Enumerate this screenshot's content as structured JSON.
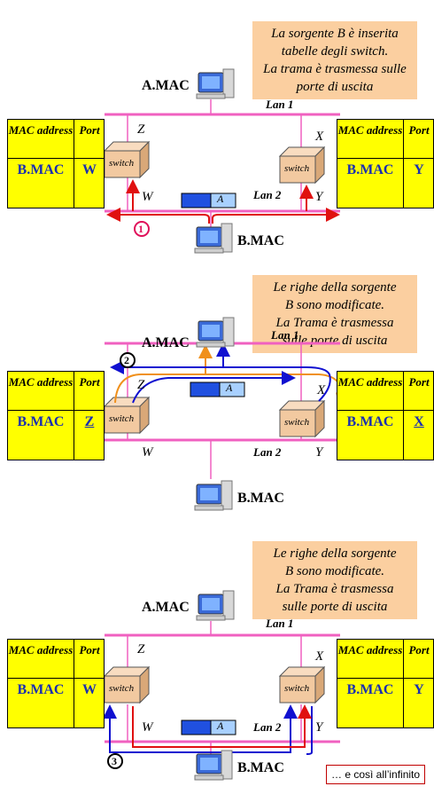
{
  "panels": [
    {
      "note": [
        "La sorgente B è inserita",
        "tabelle degli switch.",
        "La trama è trasmessa sulle",
        "porte di uscita"
      ],
      "left_table": {
        "mac_header": "MAC address",
        "port_header": "Port",
        "mac": "B.MAC",
        "port": "W"
      },
      "right_table": {
        "mac_header": "MAC address",
        "port_header": "Port",
        "mac": "B.MAC",
        "port": "Y"
      },
      "host_a": "A.MAC",
      "host_b": "B.MAC",
      "lan1": "Lan 1",
      "lan2": "Lan 2",
      "ports": {
        "z": "Z",
        "x": "X",
        "w": "W",
        "y": "Y"
      },
      "switch_label": "switch",
      "frame_label": "A",
      "step": "1"
    },
    {
      "note": [
        "Le righe della sorgente",
        "B sono modificate.",
        "La Trama è trasmessa",
        "sulle porte di uscita"
      ],
      "left_table": {
        "mac_header": "MAC address",
        "port_header": "Port",
        "mac": "B.MAC",
        "port": "Z"
      },
      "right_table": {
        "mac_header": "MAC address",
        "port_header": "Port",
        "mac": "B.MAC",
        "port": "X"
      },
      "host_a": "A.MAC",
      "host_b": "B.MAC",
      "lan1": "Lan 1",
      "lan2": "Lan 2",
      "ports": {
        "z": "Z",
        "x": "X",
        "w": "W",
        "y": "Y"
      },
      "switch_label": "switch",
      "frame_label": "A",
      "step": "2"
    },
    {
      "note": [
        "Le righe della sorgente",
        "B sono modificate.",
        "La Trama è trasmessa",
        "sulle porte di uscita"
      ],
      "left_table": {
        "mac_header": "MAC address",
        "port_header": "Port",
        "mac": "B.MAC",
        "port": "W"
      },
      "right_table": {
        "mac_header": "MAC address",
        "port_header": "Port",
        "mac": "B.MAC",
        "port": "Y"
      },
      "host_a": "A.MAC",
      "host_b": "B.MAC",
      "lan1": "Lan 1",
      "lan2": "Lan 2",
      "ports": {
        "z": "Z",
        "x": "X",
        "w": "W",
        "y": "Y"
      },
      "switch_label": "switch",
      "frame_label": "A",
      "step": "3"
    }
  ],
  "footer_note": "… e così all’infinito",
  "colors": {
    "lan": "#f060c0",
    "table": "#ffff00",
    "note": "#fbcfa0",
    "switch": "#f2c9a0",
    "frame": "#2050e0",
    "arrow_red": "#e01010",
    "arrow_blue": "#1010d0",
    "arrow_orange": "#f0901c"
  }
}
